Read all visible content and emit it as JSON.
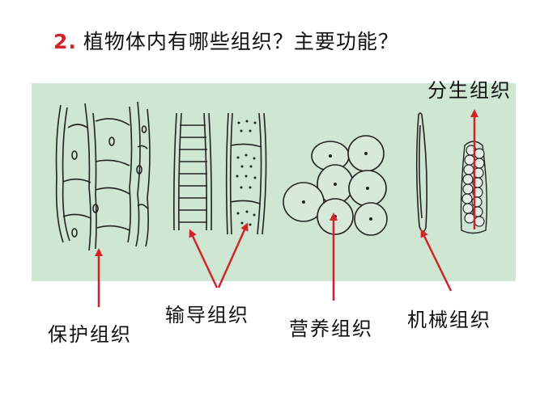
{
  "title": {
    "number": "2.",
    "text": "植物体内有哪些组织？主要功能？"
  },
  "labels": {
    "protective": "保护组织",
    "conducting": "输导组织",
    "nutritive": "营养组织",
    "mechanical": "机械组织",
    "meristematic": "分生组织"
  },
  "colors": {
    "panel": "#cfe6d2",
    "arrow": "#d0242a",
    "title_number": "#d0242a"
  }
}
